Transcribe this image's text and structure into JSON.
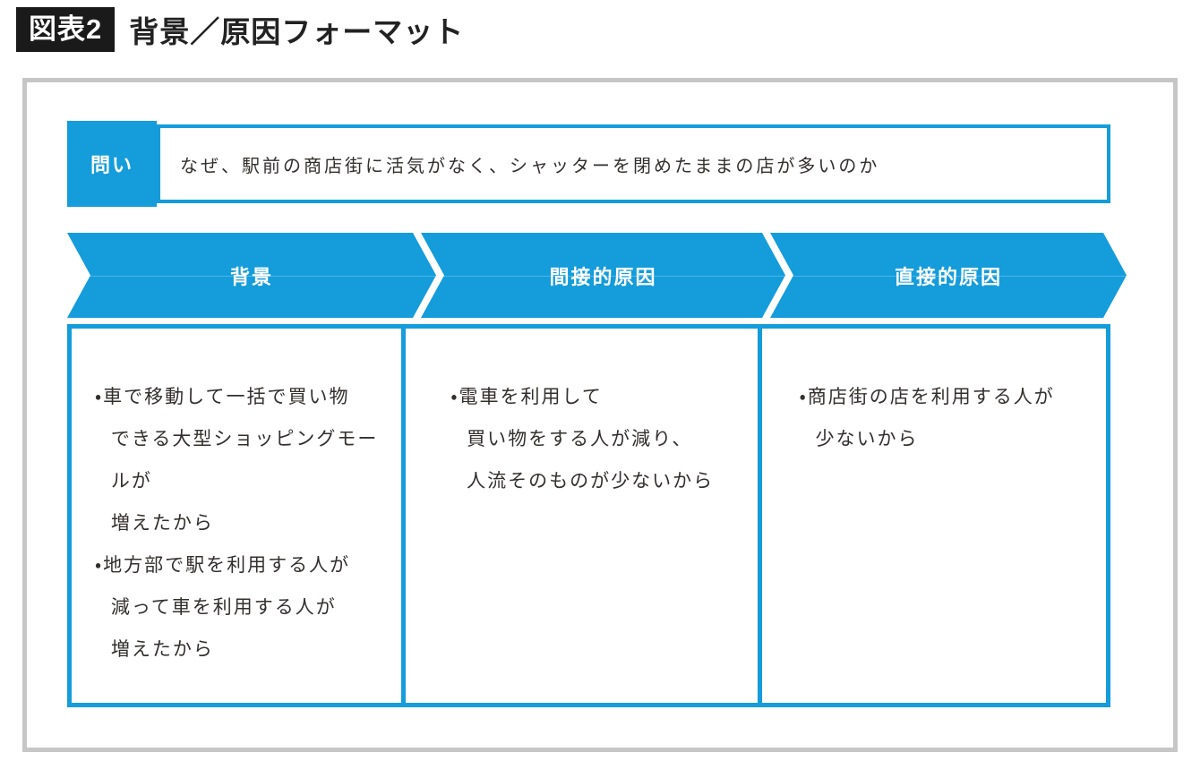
{
  "colors": {
    "accent": "#149cdb",
    "badge_bg": "#1a1a1a",
    "frame_gray": "#c6c6c6"
  },
  "figure": {
    "badge": "図表2",
    "title": "背景／原因フォーマット"
  },
  "question": {
    "label": "問い",
    "text": "なぜ、駅前の商店街に活気がなく、シャッターを閉めたままの店が多いのか"
  },
  "columns": [
    {
      "header": "背景",
      "bullets": [
        {
          "lines": [
            "・車で移動して一括で買い物",
            "できる大型ショッピングモールが",
            "増えたから"
          ]
        },
        {
          "lines": [
            "・地方部で駅を利用する人が",
            "減って車を利用する人が",
            "増えたから"
          ]
        }
      ]
    },
    {
      "header": "間接的原因",
      "bullets": [
        {
          "lines": [
            "・電車を利用して",
            "買い物をする人が減り、",
            "人流そのものが少ないから"
          ]
        }
      ]
    },
    {
      "header": "直接的原因",
      "bullets": [
        {
          "lines": [
            "・商店街の店を利用する人が",
            "少ないから"
          ]
        }
      ]
    }
  ]
}
